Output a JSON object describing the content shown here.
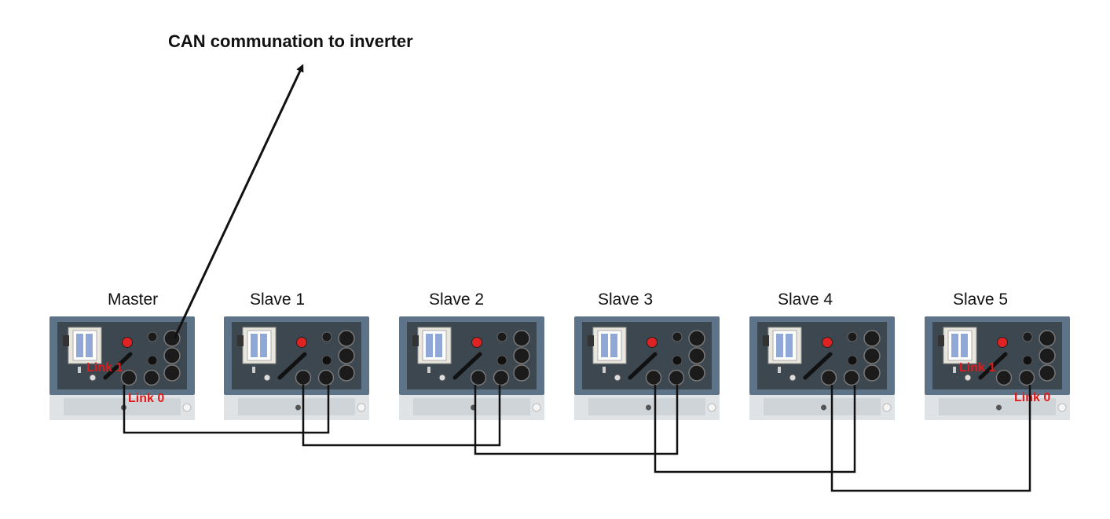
{
  "title": "CAN communation to inverter",
  "units": [
    {
      "name": "Master",
      "links": [
        "Link 1",
        "Link 0"
      ]
    },
    {
      "name": "Slave 1",
      "links": []
    },
    {
      "name": "Slave 2",
      "links": []
    },
    {
      "name": "Slave 3",
      "links": []
    },
    {
      "name": "Slave 4",
      "links": []
    },
    {
      "name": "Slave 5",
      "links": [
        "Link 1",
        "Link 0"
      ]
    }
  ],
  "colors": {
    "panel_frame": "#5d7387",
    "panel_inner": "#3c4750",
    "breaker_body": "#e9e7dd",
    "breaker_switch": "#8fa8d8",
    "red_button": "#e02222",
    "port": "#1b1b1b",
    "base": "#dfe3e6",
    "link_text": "#e01b1b",
    "wire": "#111111"
  }
}
